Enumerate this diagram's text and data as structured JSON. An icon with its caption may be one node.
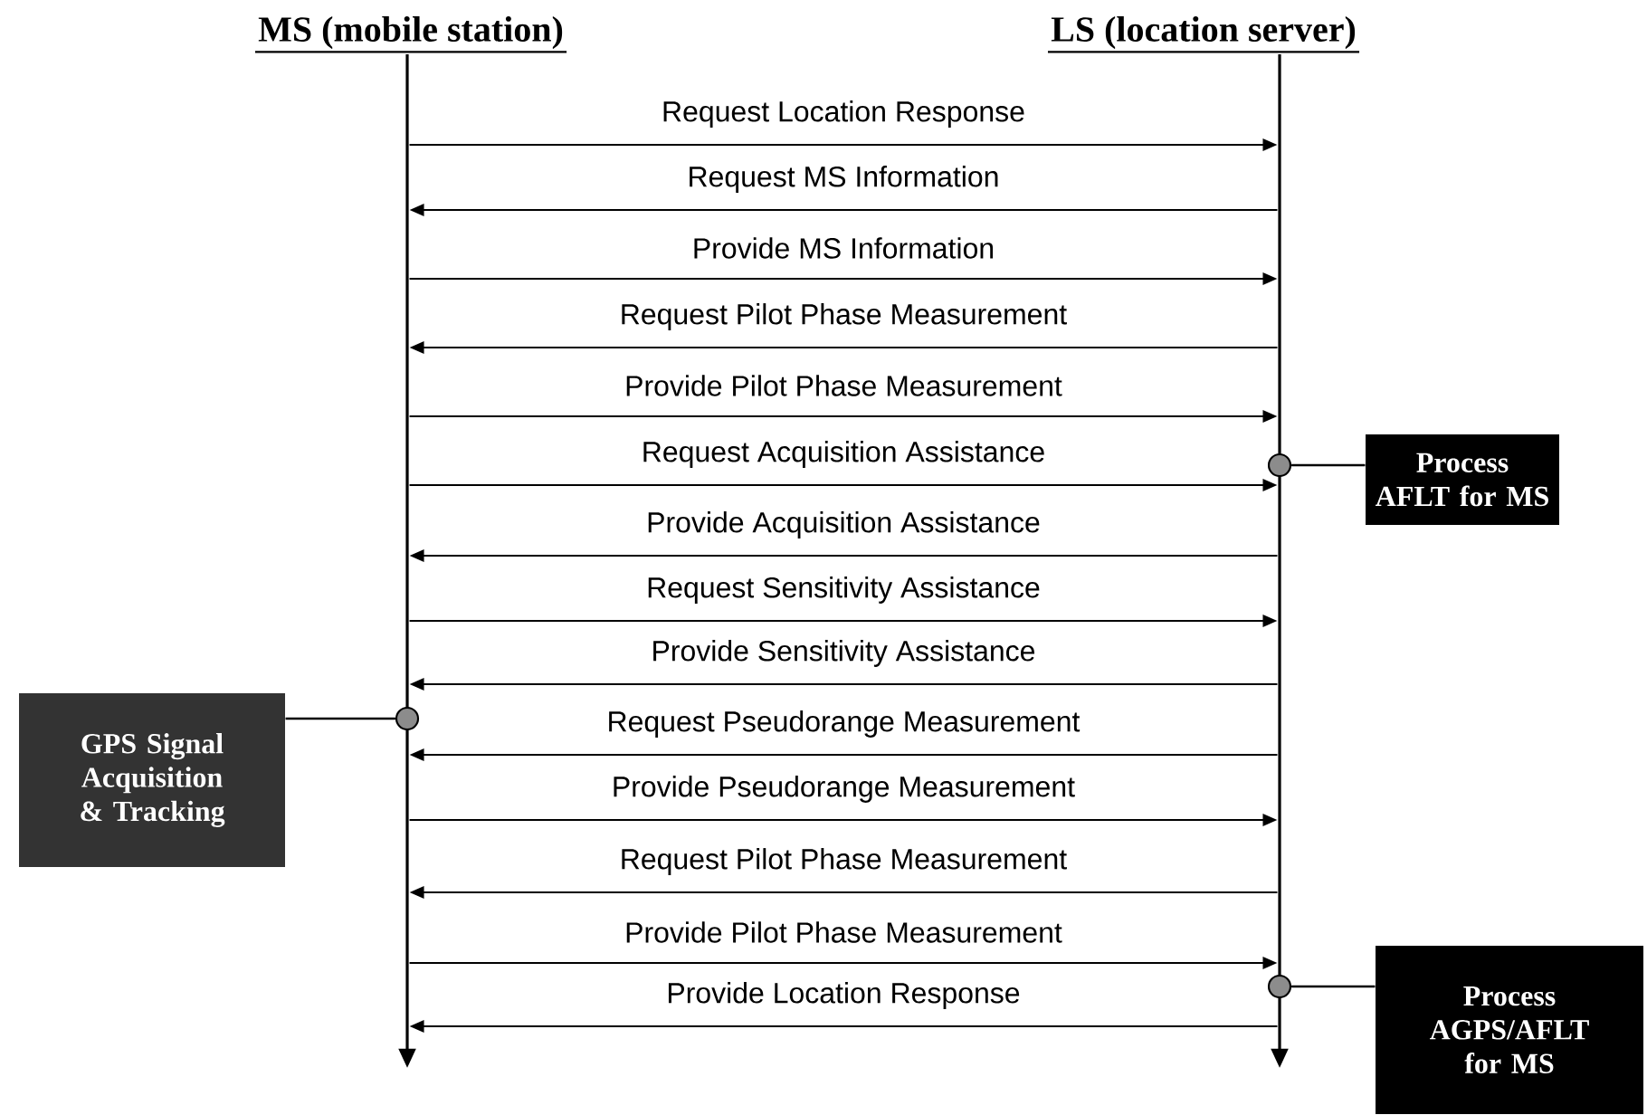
{
  "diagram": {
    "nodes": [
      {
        "text": [],
        "shape": "bar"
      },
      {
        "text": [],
        "shape": "bar"
      },
      {
        "text": [
          "Process AFLT for MS"
        ]
      },
      {
        "text": [],
        "shape": "circle"
      },
      {
        "text": [
          "GPS Signal Acquisition & Tracking"
        ]
      },
      {
        "text": [],
        "shape": "circle"
      },
      {
        "text": [
          "Process AGPS/AFLT for MS"
        ]
      },
      {
        "text": [],
        "shape": "circle"
      }
    ],
    "edges": [
      {
        "from": 0,
        "to": 1,
        "arrow": "to",
        "label": "Request Location Response"
      },
      {
        "from": 1,
        "to": 0,
        "arrow": "to",
        "label": "Request MS Information"
      },
      {
        "from": 0,
        "to": 1,
        "arrow": "to",
        "label": "Provide MS Information"
      },
      {
        "from": 1,
        "to": 0,
        "arrow": "to",
        "label": "Request Pilot Phase Measurement"
      },
      {
        "from": 0,
        "to": 1,
        "arrow": "to",
        "label": "Provide Pilot Phase Measurement"
      },
      {
        "from": 0,
        "to": 1,
        "arrow": "to",
        "label": "Request Acquisition Assistance"
      },
      {
        "from": 1,
        "to": 0,
        "arrow": "to",
        "label": "Provide Acquisition Assistance"
      },
      {
        "from": 0,
        "to": 1,
        "arrow": "to",
        "label": "Request Sensitivity Assistance"
      },
      {
        "from": 1,
        "to": 0,
        "arrow": "to",
        "label": "Provide Sensitivity Assistance"
      },
      {
        "from": 1,
        "to": 0,
        "arrow": "to",
        "label": "Request Pseudorange Measurement"
      },
      {
        "from": 0,
        "to": 1,
        "arrow": "to",
        "label": "Provide Pseudorange Measurement"
      },
      {
        "from": 1,
        "to": 0,
        "arrow": "to",
        "label": "Request Pilot Phase Measurement"
      },
      {
        "from": 0,
        "to": 1,
        "arrow": "to",
        "label": "Provide Pilot Phase Measurement"
      },
      {
        "from": 1,
        "to": 0,
        "arrow": "to",
        "label": "Provide Location Response"
      },
      {
        "from": 2,
        "to": 3,
        "arrow": "none"
      },
      {
        "from": 4,
        "to": 5,
        "arrow": "none"
      },
      {
        "from": 6,
        "to": 7,
        "arrow": "none"
      }
    ],
    "labels": [
      "MS (mobile station)",
      "LS (location server)"
    ]
  }
}
